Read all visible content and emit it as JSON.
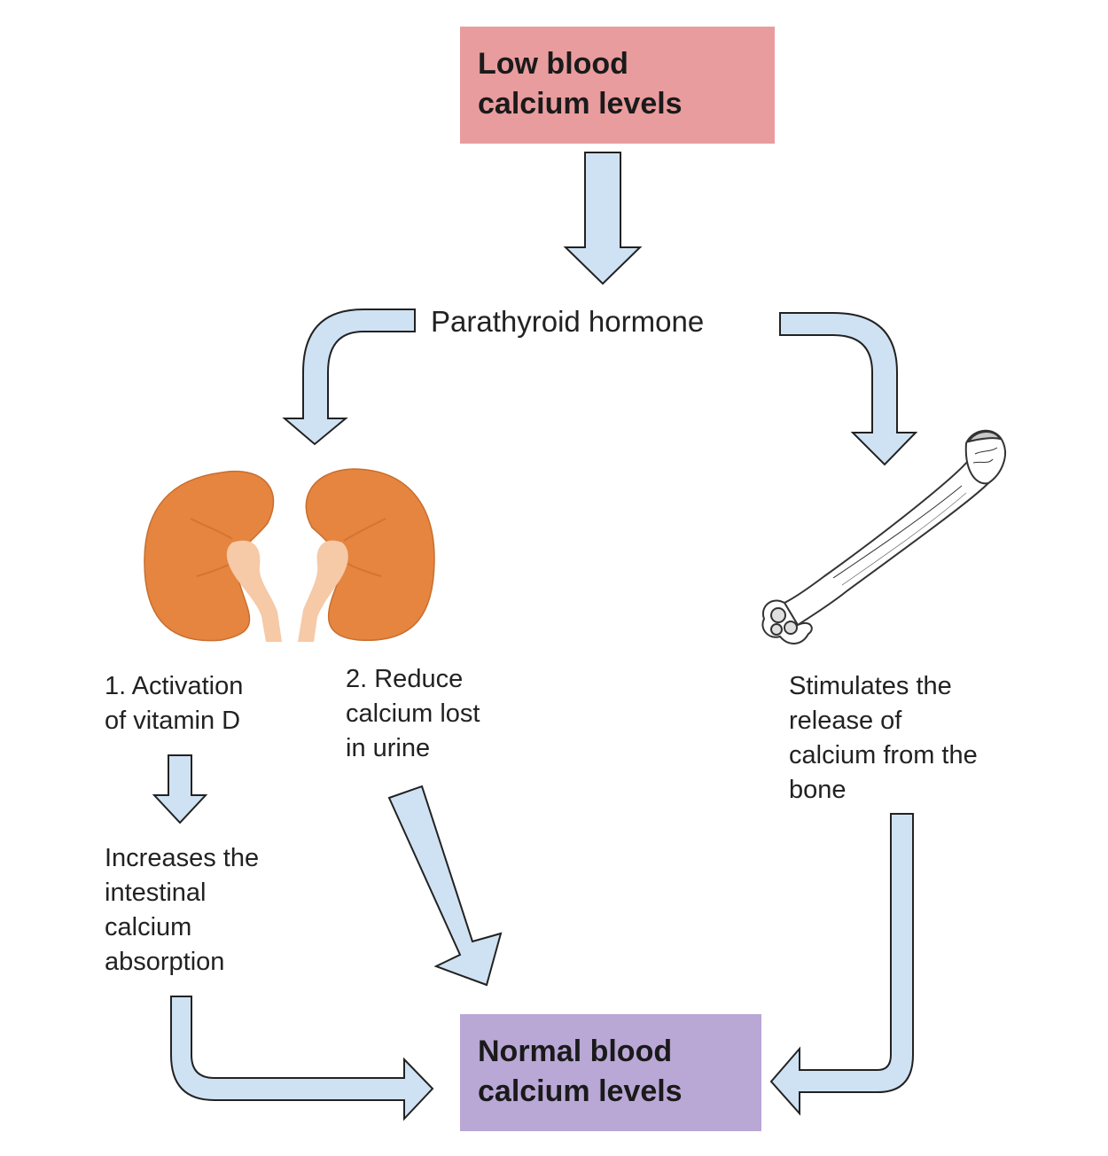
{
  "colors": {
    "low_box": "#e99c9e",
    "normal_box": "#b9a7d6",
    "arrow_fill": "#cfe2f3",
    "arrow_stroke": "#222222",
    "kidney": "#e5853f",
    "ureter": "#f6c9a7",
    "bone": "#ffffff"
  },
  "boxes": {
    "low": {
      "line1": "Low blood",
      "line2": "calcium levels"
    },
    "normal": {
      "line1": "Normal blood",
      "line2": "calcium levels"
    }
  },
  "labels": {
    "pth": "Parathyroid hormone",
    "activation": [
      "1. Activation",
      "of vitamin D"
    ],
    "reduce": [
      "2. Reduce",
      "calcium lost",
      "in urine"
    ],
    "stimulates": [
      "Stimulates the",
      "release of",
      "calcium from the",
      "bone"
    ],
    "intestinal": [
      "Increases the",
      "intestinal",
      "calcium",
      "absorption"
    ]
  },
  "icons": [
    "kidney-icon",
    "bone-icon"
  ]
}
